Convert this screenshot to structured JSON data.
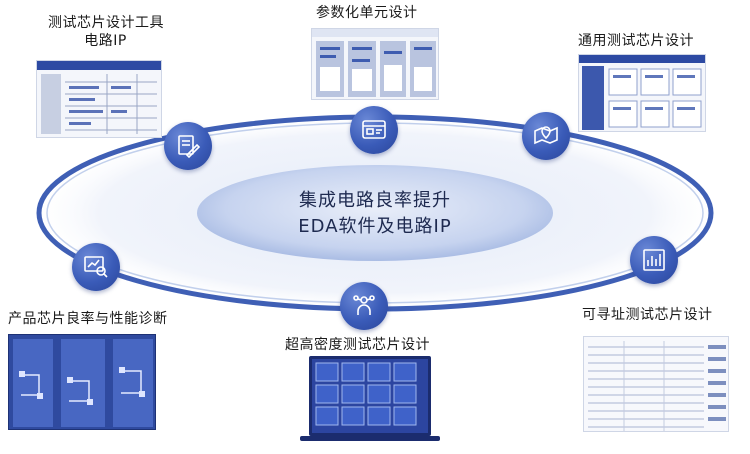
{
  "center": {
    "line1": "集成电路良率提升",
    "line2": "EDA软件及电路IP"
  },
  "modules": [
    {
      "id": "test-chip-tool",
      "label_line1": "测试芯片设计工具",
      "label_line2": "电路IP",
      "icon": "design-tool-icon"
    },
    {
      "id": "parametric-cell",
      "label_line1": "参数化单元设计",
      "label_line2": "",
      "icon": "browser-window-icon"
    },
    {
      "id": "general-test-chip",
      "label_line1": "通用测试芯片设计",
      "label_line2": "",
      "icon": "map-pin-icon"
    },
    {
      "id": "addressable-test-chip",
      "label_line1": "可寻址测试芯片设计",
      "label_line2": "",
      "icon": "chart-report-icon"
    },
    {
      "id": "ultra-dense-test-chip",
      "label_line1": "超高密度测试芯片设计",
      "label_line2": "",
      "icon": "network-person-icon"
    },
    {
      "id": "yield-diagnosis",
      "label_line1": "产品芯片良率与性能诊断",
      "label_line2": "",
      "icon": "analysis-magnifier-icon"
    }
  ],
  "colors": {
    "ring": "#3f5fb5",
    "node": "#3a5bb8",
    "inner_ellipse": "#c9d6f2",
    "halo": "#eef2fb"
  }
}
